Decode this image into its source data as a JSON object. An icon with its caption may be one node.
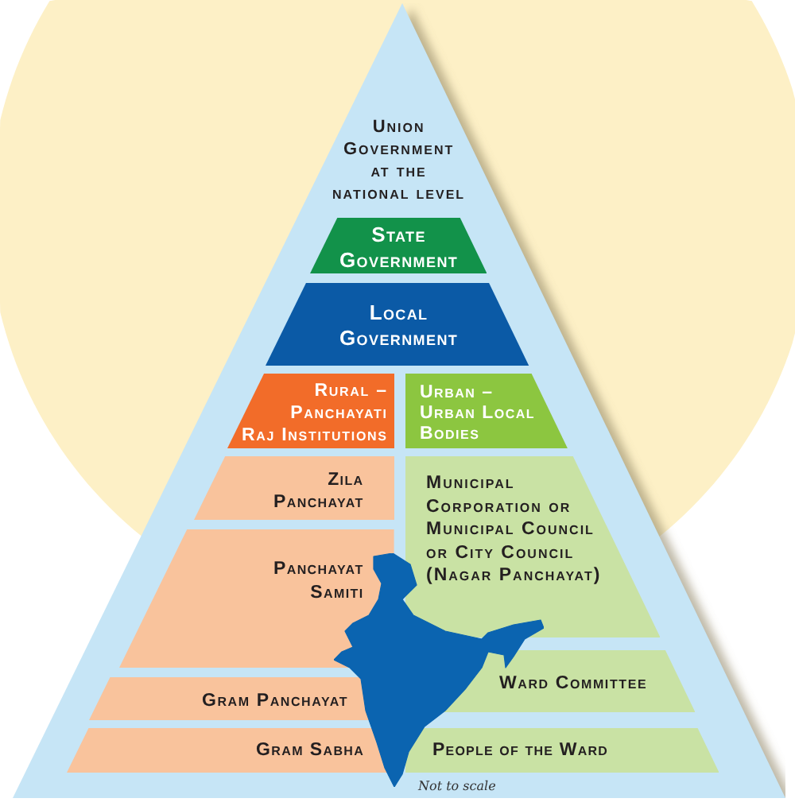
{
  "diagram": {
    "nodes": [
      {
        "text": [
          "Union Government at the national level"
        ]
      },
      {
        "text": [
          "State Government"
        ],
        "in": 0
      },
      {
        "text": [
          "Local Government"
        ],
        "in": 0
      },
      {
        "text": [
          "Rural – Panchayati Raj Institutions"
        ],
        "in": 0
      },
      {
        "text": [
          "Urban – Urban Local Bodies"
        ],
        "in": 0
      },
      {
        "text": [
          "Zila Panchayat"
        ],
        "in": 0
      },
      {
        "text": [
          "Municipal Corporation or Municipal Council or City Council (Nagar Panchayat)"
        ],
        "in": 0
      },
      {
        "text": [
          "Panchayat Samiti"
        ],
        "in": 0
      },
      {
        "text": [],
        "shape": "picture",
        "in": 0
      },
      {
        "text": [
          "Gram Panchayat"
        ],
        "in": 0
      },
      {
        "text": [
          "Ward Committee"
        ],
        "in": 0
      },
      {
        "text": [
          "Gram Sabha"
        ],
        "in": 0
      },
      {
        "text": [
          "People of the Ward"
        ],
        "in": 0
      }
    ],
    "labels": [
      "Not to scale"
    ]
  }
}
